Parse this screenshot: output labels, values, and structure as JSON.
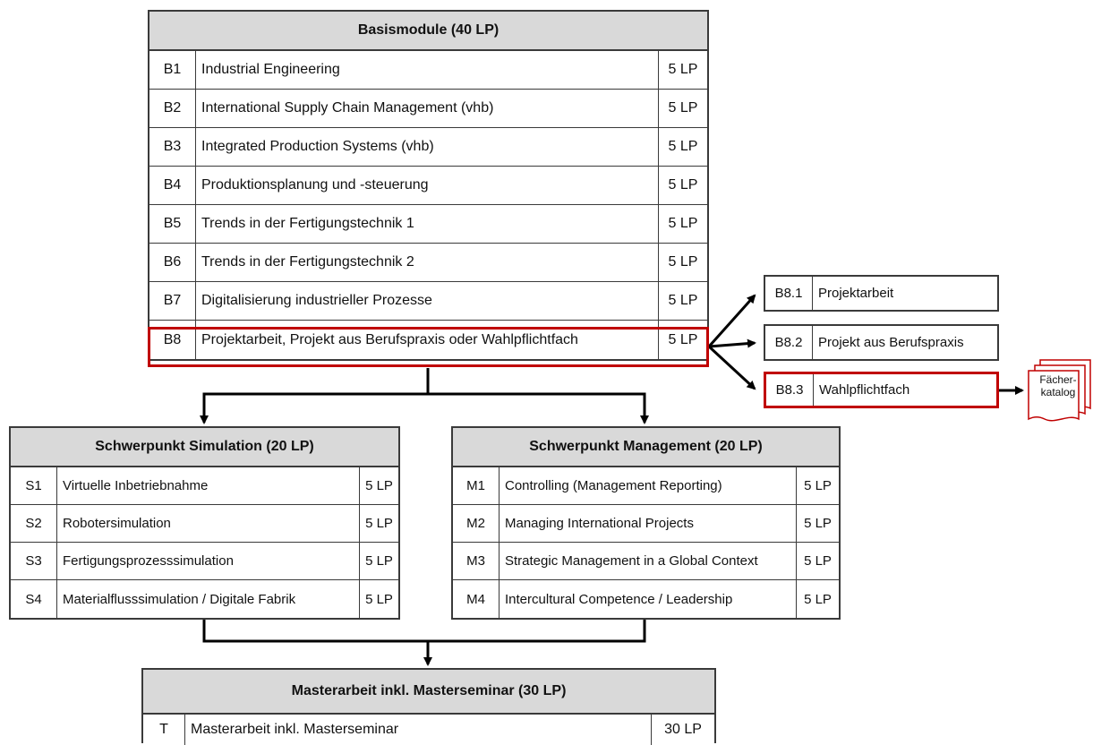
{
  "basis": {
    "title": "Basismodule (40 LP)",
    "rows": [
      {
        "code": "B1",
        "name": "Industrial Engineering",
        "lp": "5 LP"
      },
      {
        "code": "B2",
        "name": "International Supply Chain Management (vhb)",
        "lp": "5 LP"
      },
      {
        "code": "B3",
        "name": "Integrated Production Systems (vhb)",
        "lp": "5 LP"
      },
      {
        "code": "B4",
        "name": "Produktionsplanung und -steuerung",
        "lp": "5 LP"
      },
      {
        "code": "B5",
        "name": "Trends in der Fertigungstechnik 1",
        "lp": "5 LP"
      },
      {
        "code": "B6",
        "name": "Trends in der Fertigungstechnik 2",
        "lp": "5 LP"
      },
      {
        "code": "B7",
        "name": "Digitalisierung industrieller Prozesse",
        "lp": "5 LP"
      },
      {
        "code": "B8",
        "name": "Projektarbeit, Projekt aus Berufspraxis oder Wahlpflichtfach",
        "lp": "5 LP"
      }
    ]
  },
  "b8_options": [
    {
      "code": "B8.1",
      "name": "Projektarbeit"
    },
    {
      "code": "B8.2",
      "name": "Projekt aus Berufspraxis"
    },
    {
      "code": "B8.3",
      "name": "Wahlpflichtfach"
    }
  ],
  "catalog_label": "Fächer-\nkatalog",
  "simulation": {
    "title": "Schwerpunkt Simulation (20 LP)",
    "rows": [
      {
        "code": "S1",
        "name": "Virtuelle Inbetriebnahme",
        "lp": "5 LP"
      },
      {
        "code": "S2",
        "name": "Robotersimulation",
        "lp": "5 LP"
      },
      {
        "code": "S3",
        "name": "Fertigungsprozesssimulation",
        "lp": "5 LP"
      },
      {
        "code": "S4",
        "name": "Materialflusssimulation / Digitale Fabrik",
        "lp": "5 LP"
      }
    ]
  },
  "management": {
    "title": "Schwerpunkt Management (20 LP)",
    "rows": [
      {
        "code": "M1",
        "name": "Controlling (Management Reporting)",
        "lp": "5 LP"
      },
      {
        "code": "M2",
        "name": "Managing International Projects",
        "lp": "5 LP"
      },
      {
        "code": "M3",
        "name": "Strategic Management in a Global Context",
        "lp": "5 LP"
      },
      {
        "code": "M4",
        "name": "Intercultural Competence / Leadership",
        "lp": "5 LP"
      }
    ]
  },
  "master": {
    "title": "Masterarbeit inkl. Masterseminar (30 LP)",
    "rows": [
      {
        "code": "T",
        "name": "Masterarbeit inkl. Masterseminar",
        "lp": "30 LP"
      }
    ]
  },
  "colors": {
    "highlight": "#c00000",
    "header_bg": "#d9d9d9",
    "line": "#000000"
  }
}
